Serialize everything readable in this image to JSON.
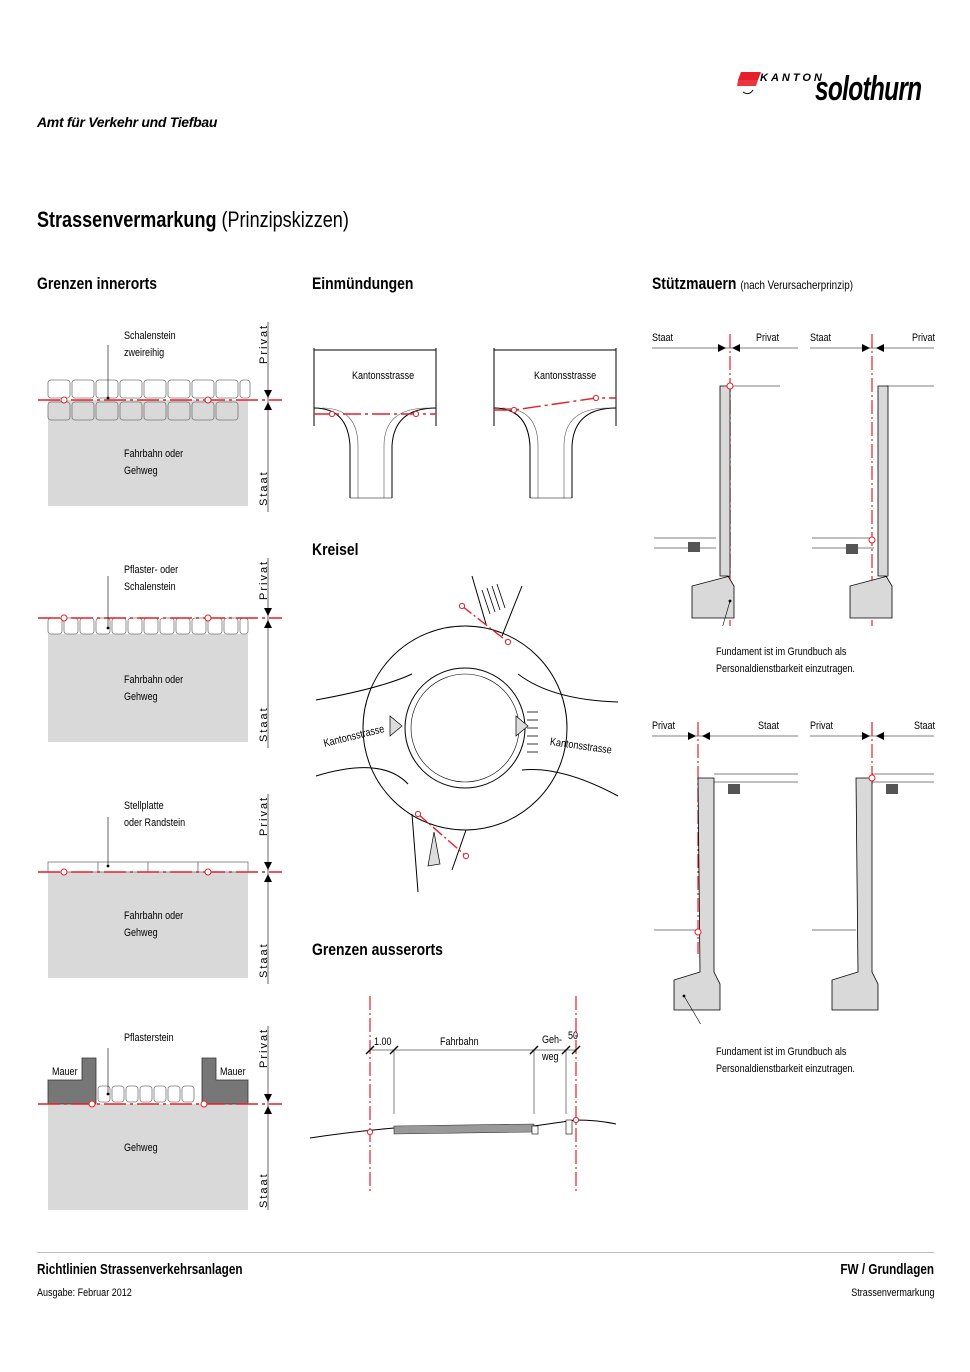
{
  "header": {
    "department": "Amt für Verkehr und Tiefbau",
    "logo_kanton": "KANTON",
    "logo_name": "solothurn",
    "accent_color": "#e4202a"
  },
  "title": {
    "main": "Strassenvermarkung",
    "sub": "(Prinzipskizzen)"
  },
  "sections": {
    "innerorts": {
      "heading": "Grenzen innerorts",
      "diagrams": [
        {
          "label_top": [
            "Schalenstein",
            "zweireihig"
          ],
          "label_area": [
            "Fahrbahn oder",
            "Gehweg"
          ],
          "side_top": "Privat",
          "side_bottom": "Staat"
        },
        {
          "label_top": [
            "Pflaster- oder",
            "Schalenstein"
          ],
          "label_area": [
            "Fahrbahn oder",
            "Gehweg"
          ],
          "side_top": "Privat",
          "side_bottom": "Staat"
        },
        {
          "label_top": [
            "Stellplatte",
            "oder Randstein"
          ],
          "label_area": [
            "Fahrbahn oder",
            "Gehweg"
          ],
          "side_top": "Privat",
          "side_bottom": "Staat"
        },
        {
          "label_top": [
            "Pflasterstein"
          ],
          "label_area": [
            "Gehweg"
          ],
          "side_top": "Privat",
          "side_bottom": "Staat",
          "wall_left": "Mauer",
          "wall_right": "Mauer"
        }
      ]
    },
    "einmuendungen": {
      "heading": "Einmündungen",
      "left_label": "Kantonsstrasse",
      "right_label": "Kantonsstrasse"
    },
    "kreisel": {
      "heading": "Kreisel",
      "left_label": "Kantonsstrasse",
      "right_label": "Kantonsstrasse"
    },
    "ausserorts": {
      "heading": "Grenzen ausserorts",
      "dim_left": "1.00",
      "fahrbahn": "Fahrbahn",
      "gehweg": [
        "Geh-",
        "weg"
      ],
      "dim_right": "50"
    },
    "stuetzmauern": {
      "heading": "Stützmauern",
      "heading_note": "(nach Verursacherprinzip)",
      "top_row": [
        {
          "left": "Staat",
          "right": "Privat"
        },
        {
          "left": "Staat",
          "right": "Privat"
        }
      ],
      "bottom_row": [
        {
          "left": "Privat",
          "right": "Staat"
        },
        {
          "left": "Privat",
          "right": "Staat"
        }
      ],
      "note_top": [
        "Fundament ist im Grundbuch als",
        "Personaldienstbarkeit einzutragen."
      ],
      "note_bottom": [
        "Fundament ist im Grundbuch als",
        "Personaldienstbarkeit einzutragen."
      ]
    }
  },
  "footer": {
    "left_title": "Richtlinien Strassenverkehrsanlagen",
    "left_sub": "Ausgabe: Februar 2012",
    "right_title": "FW / Grundlagen",
    "right_sub": "Strassenvermarkung"
  }
}
